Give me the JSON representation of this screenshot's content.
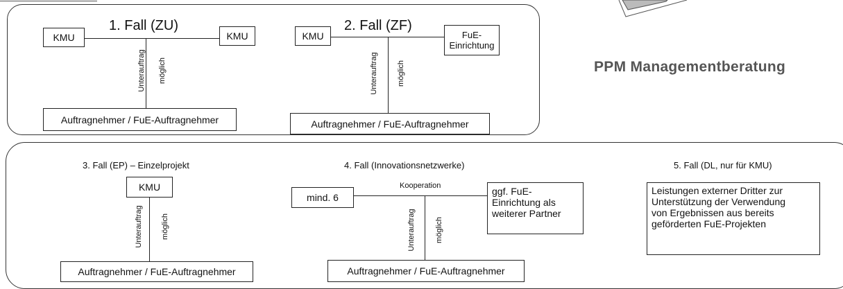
{
  "brand": {
    "name": "PPM Managementberatung"
  },
  "fall1": {
    "title": "1. Fall (ZU)",
    "left": "KMU",
    "right": "KMU",
    "v1": "Unterauftrag",
    "v2": "möglich",
    "bottom": "Auftragnehmer / FuE-Auftragnehmer"
  },
  "fall2": {
    "title": "2. Fall (ZF)",
    "left": "KMU",
    "right": "FuE-\nEinrichtung",
    "v1": "Unterauftrag",
    "v2": "möglich",
    "bottom": "Auftragnehmer / FuE-Auftragnehmer"
  },
  "fall3": {
    "title": "3. Fall (EP) – Einzelprojekt",
    "top": "KMU",
    "v1": "Unterauftrag",
    "v2": "möglich",
    "bottom": "Auftragnehmer / FuE-Auftragnehmer"
  },
  "fall4": {
    "title": "4. Fall (Innovationsnetzwerke)",
    "left": "mind. 6",
    "coop": "Kooperation",
    "right": "ggf. FuE-\nEinrichtung als\nweiterer Partner",
    "v1": "Unterauftrag",
    "v2": "möglich",
    "bottom": "Auftragnehmer / FuE-Auftragnehmer"
  },
  "fall5": {
    "title": "5. Fall (DL, nur für KMU)",
    "text": "Leistungen externer Dritter zur\nUnterstützung der Verwendung\nvon Ergebnissen aus bereits\ngeförderten FuE-Projekten"
  }
}
